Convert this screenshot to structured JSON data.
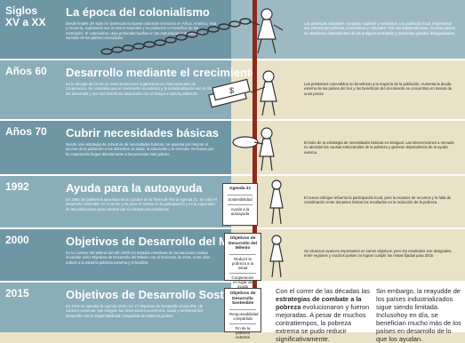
{
  "rows": [
    {
      "year": "Siglos XV a XX",
      "title": "La época del colonialismo",
      "body": "Desde finales del siglo XV potencias europeas colonizan territorios en África, América, Asia y Oceanía, explotando sus recursos naturales y su población en beneficio de las metrópolis. El colonialismo deja profundas huellas en las estructuras económicas y sociales de los países colonizados.",
      "right": "Las potencias coloniales europeas explotan y esclavizan a la población local, imponiendo sus estructuras políticas, económicas y culturales. Tras las independencias, muchos países se mantienen dependientes de las antiguas metrópolis y presentan grandes desigualdades."
    },
    {
      "year": "Años 60",
      "title": "Desarrollo mediante el crecimiento",
      "body": "En la década de los 60 se crean numerosas organizaciones internacionales de cooperación. Se considera que el crecimiento económico y la industrialización son la clave del desarrollo y que sus beneficios alcanzarán con el tiempo a toda la población.",
      "right": "Los préstamos concedidos no benefician a la mayoría de la población. Aumenta la deuda externa de los países del Sur y los beneficios del crecimiento se concentran en manos de unos pocos."
    },
    {
      "year": "Años 70",
      "title": "Cubrir necesidades básicas",
      "body": "Desde una estrategia de cobertura de necesidades básicas, se apuesta por mejorar el acceso de la población a los alimentos, la salud, la educación y la vivienda. Se busca que la cooperación llegue directamente a las personas más pobres.",
      "right": "El éxito de la estrategia de necesidades básicas es desigual. Las intervenciones a menudo no abordan las causas estructurales de la pobreza y generan dependencia de la ayuda externa."
    },
    {
      "year": "1992",
      "title": "Ayuda para la autoayuda",
      "body": "En 1992 los gobiernos aprueban en la Cumbre de la Tierra de Río la Agenda 21. Se sitúa el desarrollo sostenible en el centro y se pone el acento en la participación y en la capacidad de las poblaciones para resolver por sí mismas sus problemas.",
      "right": "El nuevo enfoque refuerza la participación local, pero la escasez de recursos y la falta de coordinación entre donantes limitan los resultados en la reducción de la pobreza."
    },
    {
      "year": "2000",
      "title": "Objetivos de Desarrollo del Milenio",
      "body": "En la Cumbre del Milenio del año 2000 los Estados miembros de las Naciones Unidas acuerdan ocho Objetivos de Desarrollo del Milenio con el horizonte de 2015, entre ellos reducir a la mitad la pobreza extrema y el hambre.",
      "right": "Se alcanzan avances importantes en varios objetivos, pero los resultados son desiguales entre regiones y muchos países no logran cumplir las metas fijadas para 2015."
    },
    {
      "year": "2015",
      "title": "Objetivos de Desarrollo Sostenible",
      "body": "En 2015 se aprueba la Agenda 2030 con 17 Objetivos de Desarrollo Sostenible, de carácter universal, que integran las dimensiones económica, social y ambiental del desarrollo con la responsabilidad compartida de todos los países."
    }
  ],
  "signs": {
    "agenda": {
      "title": "Agenda 21",
      "lines": [
        "Sostenibilidad",
        "Ayuda a la autoayuda"
      ]
    },
    "odm": {
      "title": "Objetivos de Desarrollo del Milenio",
      "lines": [
        "Reducir la pobreza a la mitad",
        "Cooperación en lugar de ayuda"
      ]
    },
    "ods": {
      "title": "Objetivos de Desarrollo Sostenible",
      "lines": [
        "Responsabilidad compartida",
        "Fin de la pobreza extrema"
      ]
    }
  },
  "conclusion": {
    "a_pre": "Con el correr de las décadas las ",
    "a_bold": "estrategias de combate a la pobreza",
    "a_post": " evolucionaron y fueron mejoradas. A pesar de muchos contratiempos, la pobreza extrema se pudo reducir significativamente.",
    "b": "Sin embargo, la reayudde de los países industrializados sigue siendo limitada. Inclusohoy en día, se benefician mucho más de los países en desarrollo de lo que los ayudan."
  },
  "colors": {
    "row_dark": "#6f96a5",
    "row_mid": "#8aadba",
    "right_cream": "#e9e2c7",
    "stripe": "#8b2a1d"
  }
}
